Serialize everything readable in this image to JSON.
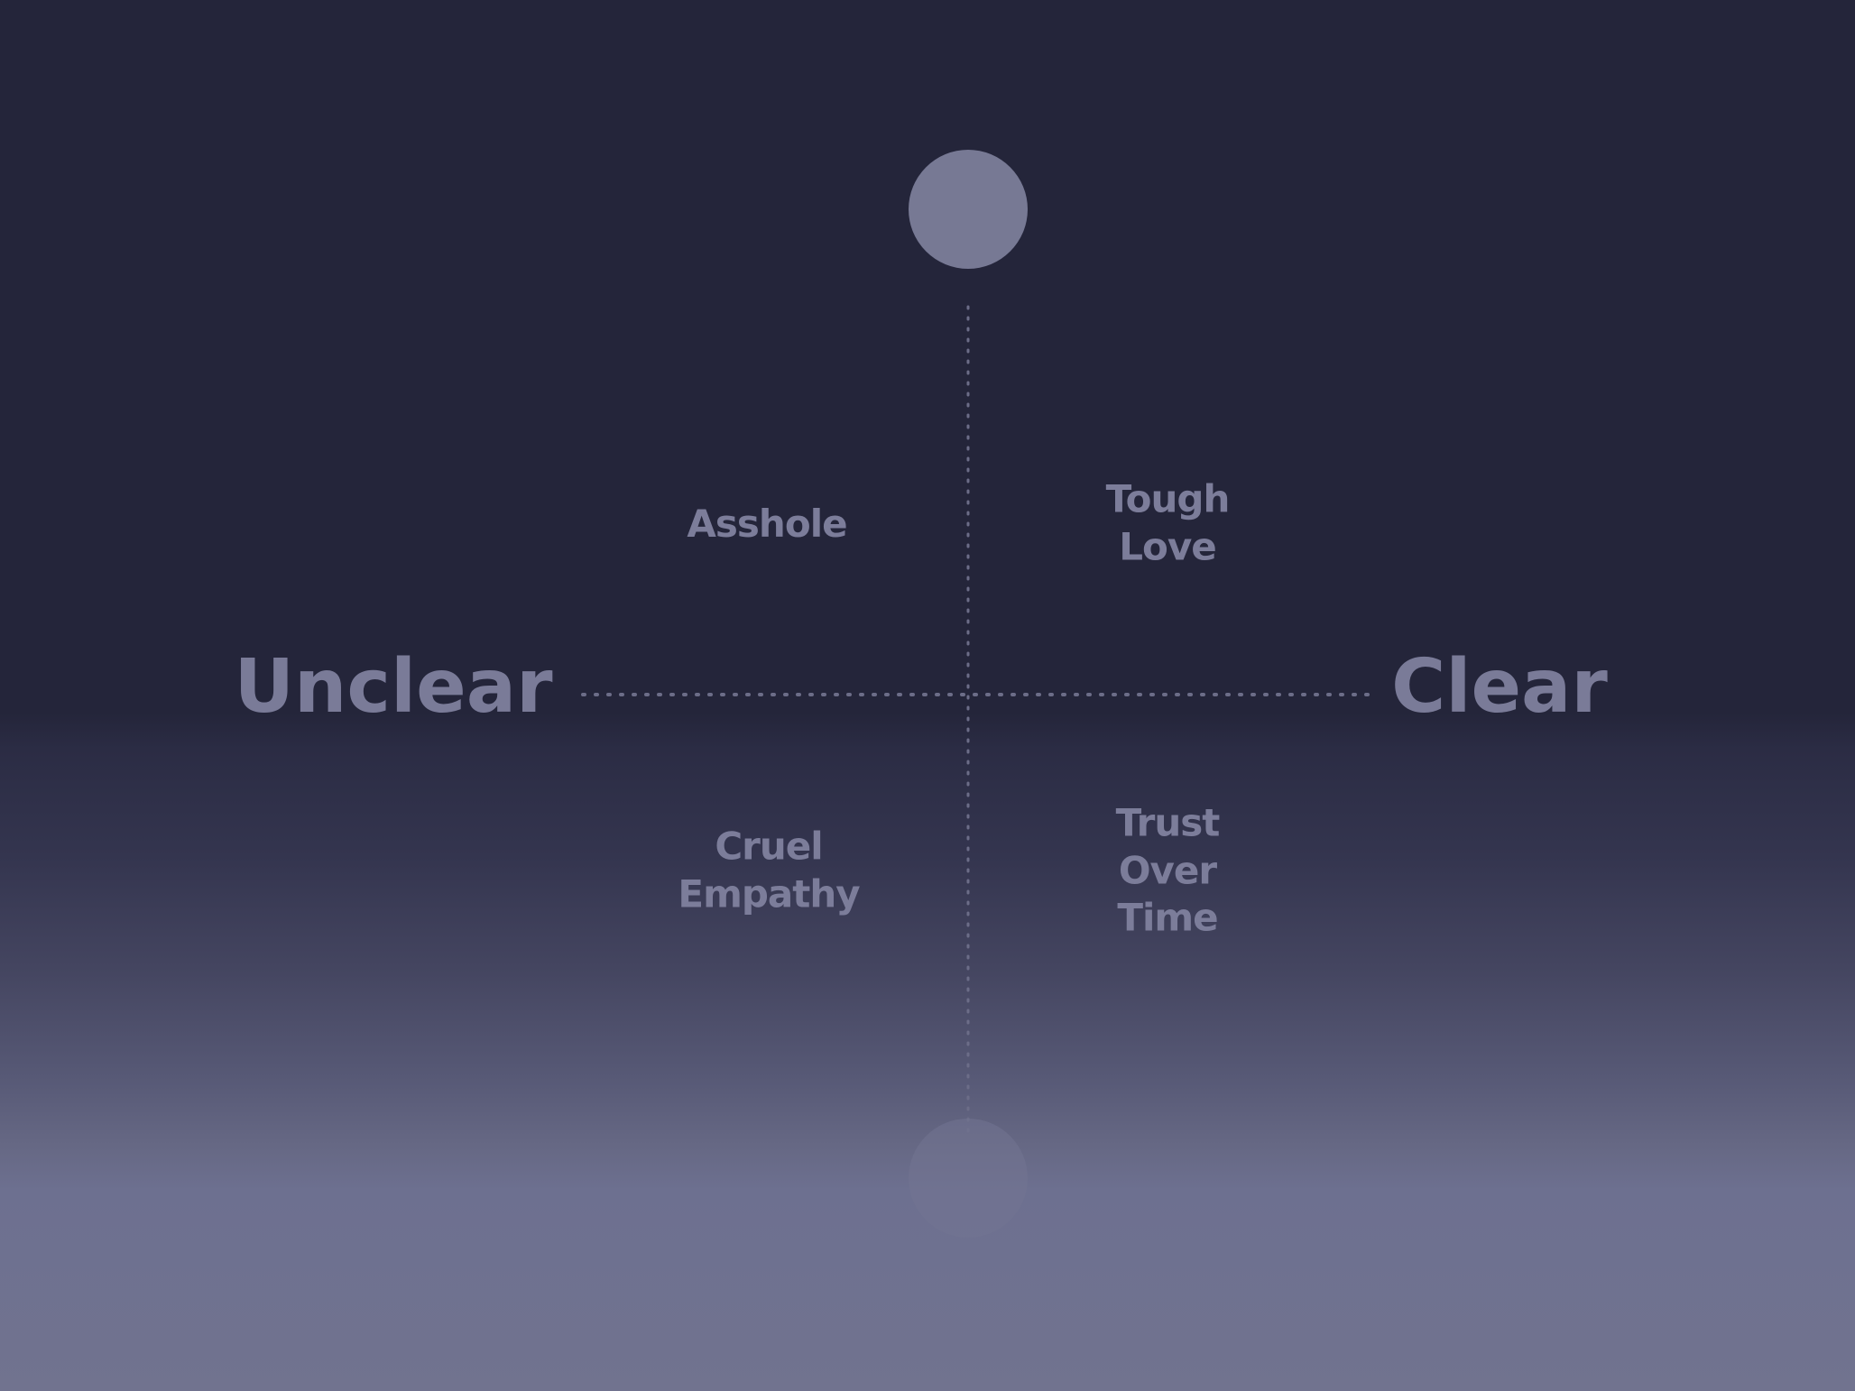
{
  "diagram": {
    "axis": {
      "left_label": "Unclear",
      "right_label": "Clear"
    },
    "quadrants": {
      "top_left": [
        "Asshole"
      ],
      "top_right": [
        "Tough",
        "Love"
      ],
      "bottom_left": [
        "Cruel",
        "Empathy"
      ],
      "bottom_right": [
        "Trust",
        "Over",
        "Time"
      ]
    },
    "colors": {
      "background_top": "#24253a",
      "background_bottom": "#71738f",
      "text": "#7c7d9a",
      "marker": "#777994",
      "dotted_line": "#6c6d88"
    }
  }
}
